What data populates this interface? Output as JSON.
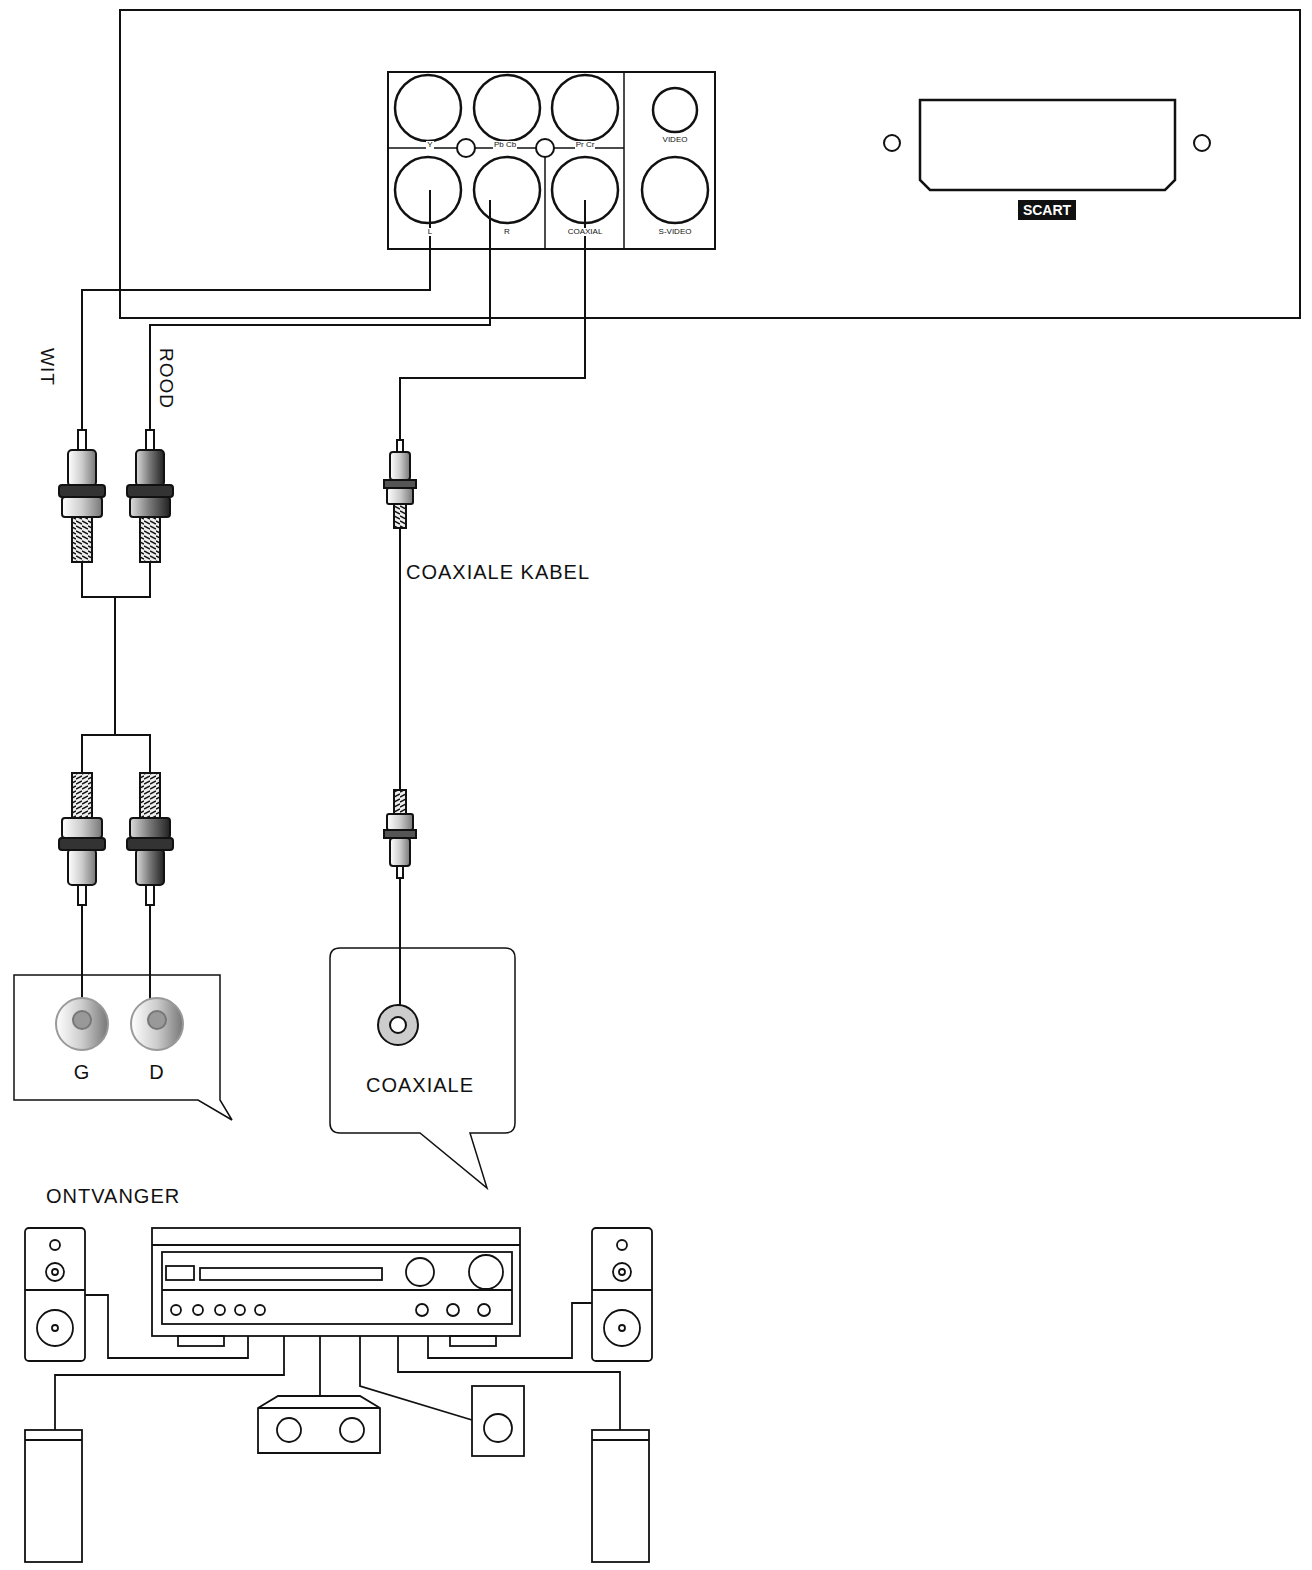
{
  "diagram": {
    "nodes": [
      {
        "text": [
          "Y",
          "Pb Cb",
          "Pr Cr",
          "VIDEO",
          "L",
          "R",
          "COAXIAL",
          "S-VIDEO"
        ]
      },
      {
        "text": [
          "SCART"
        ]
      },
      {
        "text": [
          "G",
          "D"
        ]
      },
      {
        "text": [
          "COAXIALE"
        ]
      }
    ],
    "edges": [
      {
        "from": 0,
        "to": 2,
        "arrow": "none",
        "label": "WIT"
      },
      {
        "from": 0,
        "to": 2,
        "arrow": "none",
        "label": "ROOD"
      },
      {
        "from": 0,
        "to": 3,
        "arrow": "none",
        "label": "COAXIALE KABEL"
      }
    ],
    "labels": [
      "ONTVANGER"
    ]
  }
}
